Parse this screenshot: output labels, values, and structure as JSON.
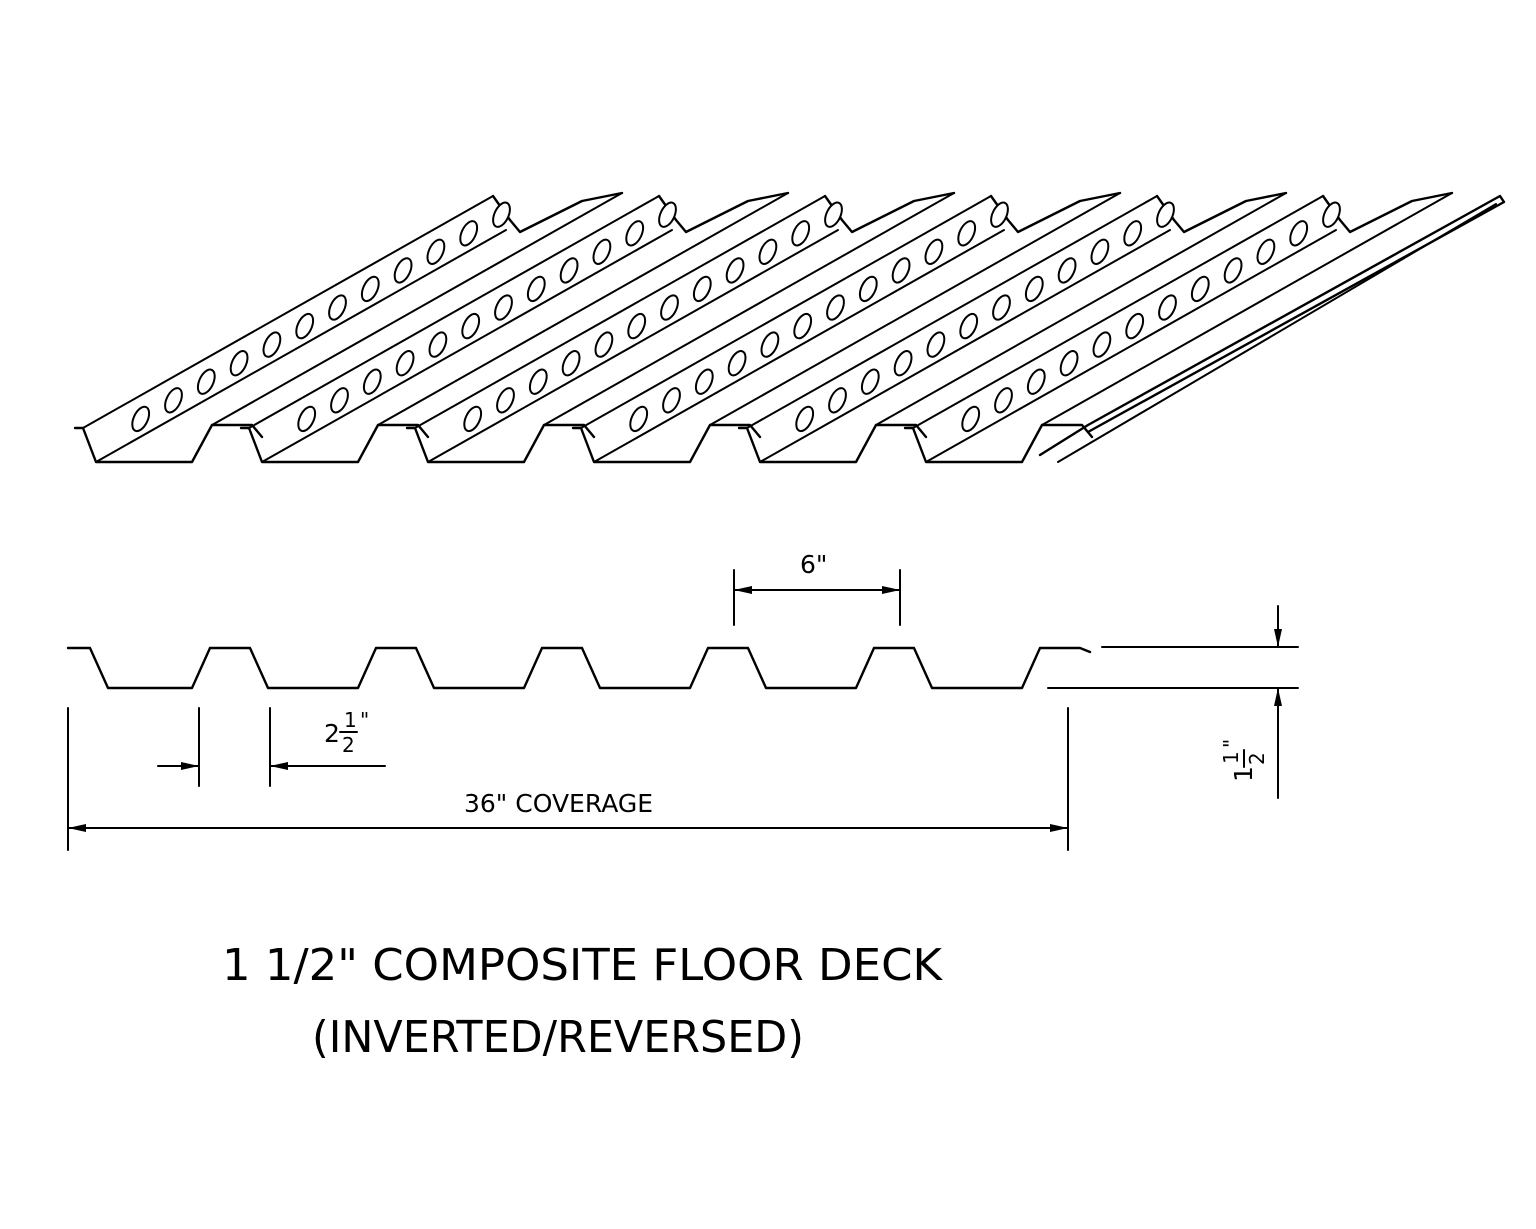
{
  "drawing": {
    "dim_top_pitch": "6\"",
    "dim_rib_width": {
      "whole": "2",
      "numerator": "1",
      "denominator": "2",
      "mark": "\""
    },
    "dim_coverage": "36\" COVERAGE",
    "dim_depth": {
      "whole": "1",
      "numerator": "1",
      "denominator": "2",
      "mark": "\""
    },
    "title_line1": "1 1/2\" COMPOSITE FLOOR DECK",
    "title_line2": "(INVERTED/REVERSED)"
  },
  "colors": {
    "line": "#000000",
    "background": "#ffffff"
  }
}
